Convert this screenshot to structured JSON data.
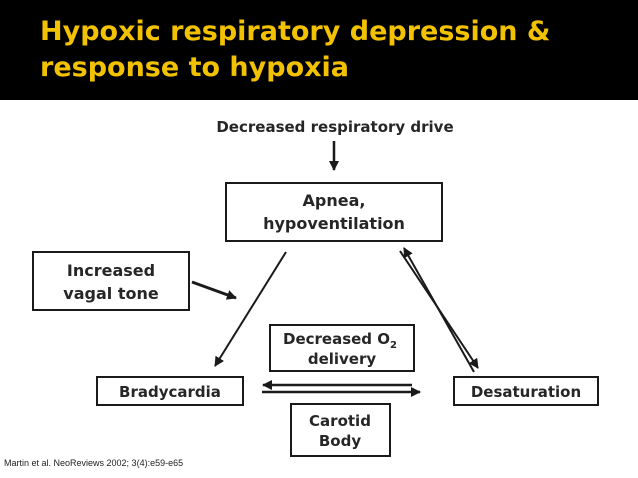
{
  "slide": {
    "title_line1": "Hypoxic respiratory depression &",
    "title_line2": "response to hypoxia",
    "citation": "Martin et al. NeoReviews 2002; 3(4):e59-e65",
    "title_color": "#f2c200",
    "header_color": "#000000"
  },
  "diagram": {
    "top_label": "Decreased respiratory drive",
    "apnea_line1": "Apnea,",
    "apnea_line2": "hypoventilation",
    "vagal_line1": "Increased",
    "vagal_line2": "vagal tone",
    "o2_line1": "Decreased O",
    "o2_subscript": "2",
    "o2_line2": "delivery",
    "bradycardia": "Bradycardia",
    "desaturation": "Desaturation",
    "carotid_line1": "Carotid",
    "carotid_line2": "Body"
  }
}
